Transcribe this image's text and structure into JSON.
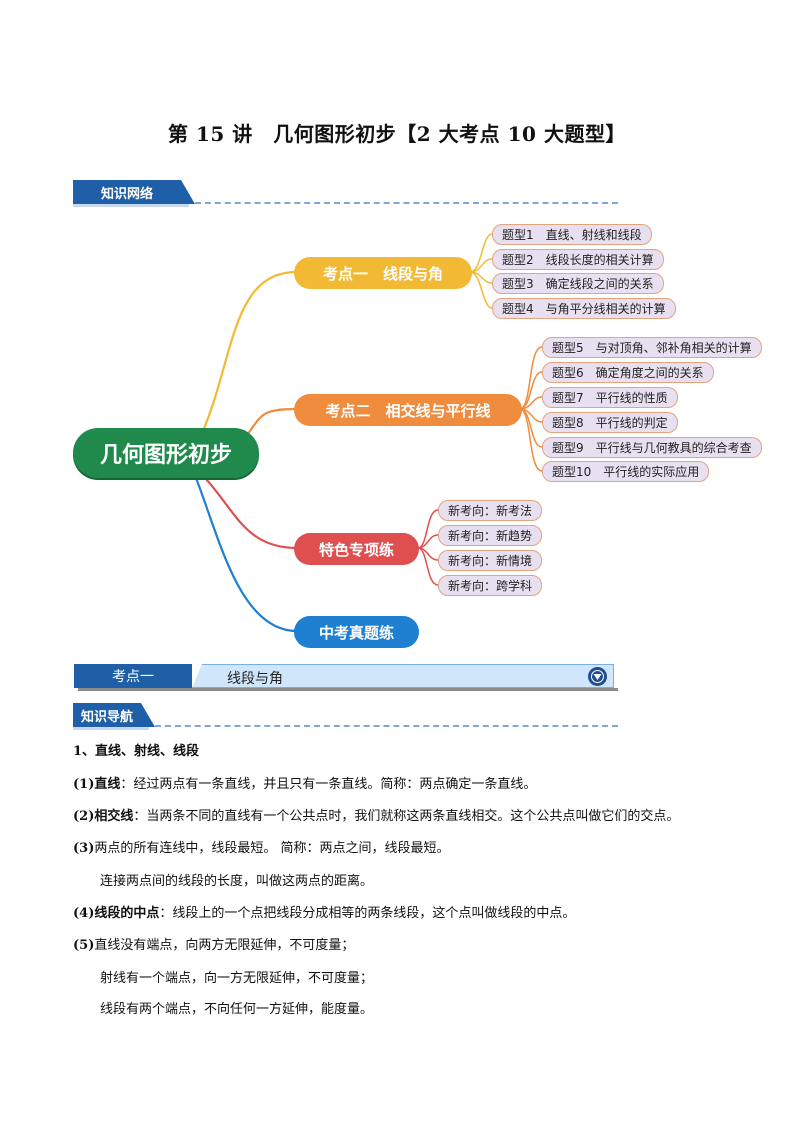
{
  "title": "第 15 讲　几何图形初步【2 大考点 10 大题型】",
  "section_network": "知识网络",
  "section_nav": "知识导航",
  "mindmap": {
    "root": "几何图形初步",
    "branches": [
      {
        "label": "考点一　线段与角",
        "color": "#f2b934",
        "leaves": [
          "题型1　直线、射线和线段",
          "题型2　线段长度的相关计算",
          "题型3　确定线段之间的关系",
          "题型4　与角平分线相关的计算"
        ]
      },
      {
        "label": "考点二　相交线与平行线",
        "color": "#ef8c3e",
        "leaves": [
          "题型5　与对顶角、邻补角相关的计算",
          "题型6　确定角度之间的关系",
          "题型7　平行线的性质",
          "题型8　平行线的判定",
          "题型9　平行线与几何教具的综合考查",
          "题型10　平行线的实际应用"
        ]
      },
      {
        "label": "特色专项练",
        "color": "#df4f4f",
        "leaves": [
          "新考向：新考法",
          "新考向：新趋势",
          "新考向：新情境",
          "新考向：跨学科"
        ]
      },
      {
        "label": "中考真题练",
        "color": "#1f7fd0",
        "leaves": []
      }
    ]
  },
  "kaodian_bar": {
    "left": "考点一",
    "right": "线段与角"
  },
  "content": {
    "heading": "1、直线、射线、线段",
    "p1_bold": "(1)直线",
    "p1_text": "：经过两点有一条直线，并且只有一条直线。简称：两点确定一条直线。",
    "p2_bold": "(2)相交线",
    "p2_text": "：当两条不同的直线有一个公共点时，我们就称这两条直线相交。这个公共点叫做它们的交点。",
    "p3_bold": "(3)",
    "p3_text": "两点的所有连线中，线段最短。 简称：两点之间，线段最短。",
    "p3b": "连接两点间的线段的长度，叫做这两点的距离。",
    "p4_bold": "(4)线段的中点",
    "p4_text": "：线段上的一个点把线段分成相等的两条线段，这个点叫做线段的中点。",
    "p5_bold": "(5)",
    "p5_text": "直线没有端点，向两方无限延伸，不可度量；",
    "p5b": "射线有一个端点，向一方无限延伸，不可度量；",
    "p5c": "线段有两个端点，不向任何一方延伸，能度量。"
  }
}
